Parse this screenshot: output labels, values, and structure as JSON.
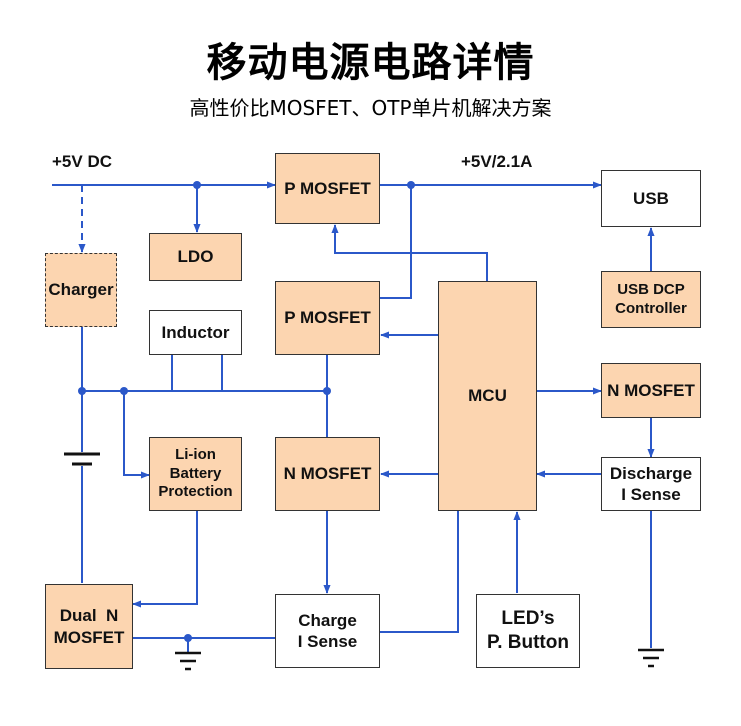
{
  "title": "移动电源电路详情",
  "subtitle": "高性价比MOSFET、OTP单片机解决方案",
  "labels": {
    "input": "+5V DC",
    "output": "+5V/2.1A"
  },
  "blocks": {
    "p_mosfet_top": "P MOSFET",
    "ldo": "LDO",
    "usb": "USB",
    "charger": "Charger",
    "p_mosfet_mid": "P MOSFET",
    "inductor": "Inductor",
    "mcu": "MCU",
    "usb_dcp_line1": "USB DCP",
    "usb_dcp_line2": "Controller",
    "n_mosfet_right": "N MOSFET",
    "li_ion_line1": "Li-ion",
    "li_ion_line2": "Battery",
    "li_ion_line3": "Protection",
    "n_mosfet_mid": "N MOSFET",
    "discharge_line1": "Discharge",
    "discharge_line2": "I Sense",
    "dual_line1": "Dual  N",
    "dual_line2": "MOSFET",
    "charge_line1": "Charge",
    "charge_line2": "I Sense",
    "led_line1": "LED’s",
    "led_line2": "P. Button"
  },
  "colors": {
    "wire": "#2b58c9",
    "block_fill": "#fcd5b0",
    "block_border": "#333333"
  }
}
